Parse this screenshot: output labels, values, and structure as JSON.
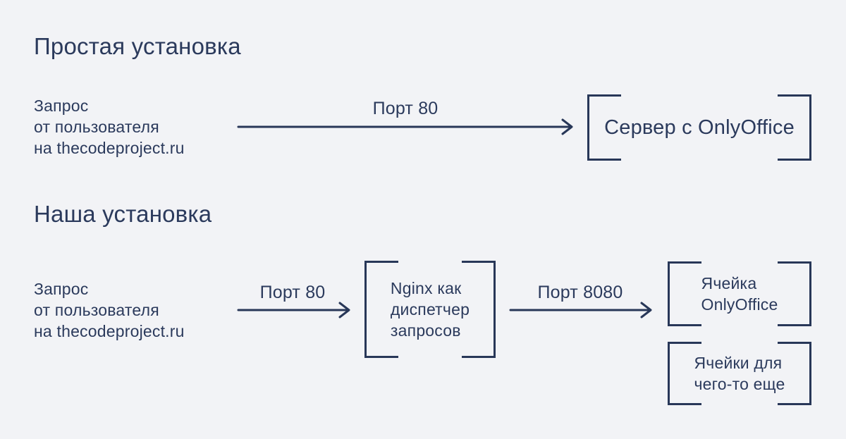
{
  "colors": {
    "background": "#f2f3f6",
    "ink": "#2b3a5c",
    "line": "#283758"
  },
  "sections": [
    {
      "title": "Простая установка",
      "source": "Запрос\nот пользователя\nна thecodeproject.ru",
      "arrows": [
        {
          "label": "Порт 80"
        }
      ],
      "nodes": [
        {
          "label": "Сервер с OnlyOffice"
        }
      ]
    },
    {
      "title": "Наша установка",
      "source": "Запрос\nот пользователя\nна thecodeproject.ru",
      "arrows": [
        {
          "label": "Порт 80"
        },
        {
          "label": "Порт 8080"
        }
      ],
      "nodes": [
        {
          "label": "Nginx как\nдиспетчер\nзапросов"
        },
        {
          "label": "Ячейка\nOnlyOffice"
        },
        {
          "label": "Ячейки для\nчего-то еще"
        }
      ]
    }
  ]
}
